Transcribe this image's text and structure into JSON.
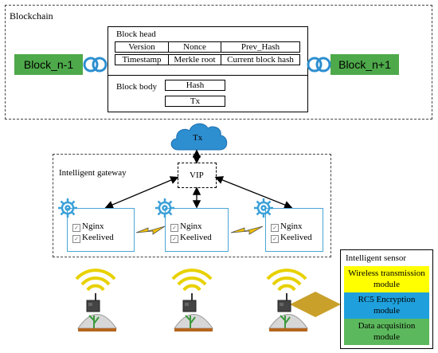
{
  "blockchain": {
    "title": "Blockchain",
    "block_head_label": "Block head",
    "block_body_label": "Block body",
    "head_row1": [
      "Version",
      "Nonce",
      "Prev_Hash"
    ],
    "head_row2": [
      "Timestamp",
      "Merkle root",
      "Current block hash"
    ],
    "body_rows": [
      "Hash",
      "Tx"
    ],
    "prev_block": "Block_n-1",
    "next_block": "Block_n+1"
  },
  "cloud_label": "Tx",
  "gateway": {
    "title": "Intelligent gateway",
    "vip_label": "VIP",
    "nodes": [
      {
        "line1": "Nginx",
        "line2": "Keelived"
      },
      {
        "line1": "Nginx",
        "line2": "Keelived"
      },
      {
        "line1": "Nginx",
        "line2": "Keelived"
      }
    ]
  },
  "sensor": {
    "title": "Intelligent sensor",
    "modules": [
      {
        "label": "Wireless transmission module",
        "color": "#ffff00"
      },
      {
        "label": "RC5 Encryption module",
        "color": "#1fa0dc"
      },
      {
        "label": "Data acquisition module",
        "color": "#5cb85c"
      }
    ]
  },
  "colors": {
    "block_green": "#4ea94a",
    "node_border": "#4aa6d6",
    "cloud": "#2d8fd0",
    "gear": "#3aa0d8",
    "lightning": "#f2c200"
  }
}
